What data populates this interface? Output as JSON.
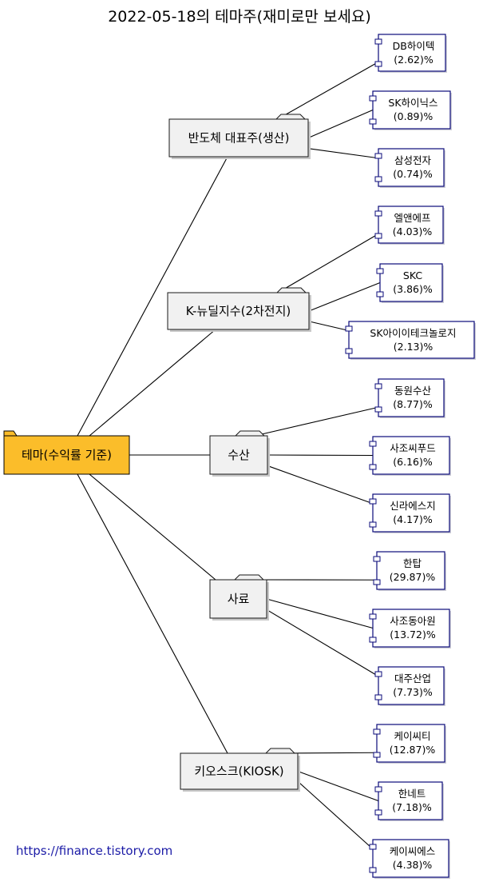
{
  "title": "2022-05-18의 테마주(재미로만 보세요)",
  "footer_link": "https://finance.tistory.com",
  "colors": {
    "root_fill": "#fbbd2a",
    "root_stroke": "#000000",
    "category_fill": "#f1f1f1",
    "category_stroke": "#181818",
    "leaf_fill": "#ffffff",
    "leaf_stroke": "#0a0a7a",
    "line": "#000000",
    "link": "#1a1aa6"
  },
  "root": {
    "label": "테마(수익률 기준)"
  },
  "categories": [
    {
      "label": "반도체 대표주(생산)",
      "stocks": [
        {
          "name": "DB하이텍",
          "ret": "(2.62)%"
        },
        {
          "name": "SK하이닉스",
          "ret": "(0.89)%"
        },
        {
          "name": "삼성전자",
          "ret": "(0.74)%"
        }
      ]
    },
    {
      "label": "K-뉴딜지수(2차전지)",
      "stocks": [
        {
          "name": "엘앤에프",
          "ret": "(4.03)%"
        },
        {
          "name": "SKC",
          "ret": "(3.86)%"
        },
        {
          "name": "SK아이이테크놀로지",
          "ret": "(2.13)%"
        }
      ]
    },
    {
      "label": "수산",
      "stocks": [
        {
          "name": "동원수산",
          "ret": "(8.77)%"
        },
        {
          "name": "사조씨푸드",
          "ret": "(6.16)%"
        },
        {
          "name": "신라에스지",
          "ret": "(4.17)%"
        }
      ]
    },
    {
      "label": "사료",
      "stocks": [
        {
          "name": "한탑",
          "ret": "(29.87)%"
        },
        {
          "name": "사조동아원",
          "ret": "(13.72)%"
        },
        {
          "name": "대주산업",
          "ret": "(7.73)%"
        }
      ]
    },
    {
      "label": "키오스크(KIOSK)",
      "stocks": [
        {
          "name": "케이씨티",
          "ret": "(12.87)%"
        },
        {
          "name": "한네트",
          "ret": "(7.18)%"
        },
        {
          "name": "케이씨에스",
          "ret": "(4.38)%"
        }
      ]
    }
  ]
}
